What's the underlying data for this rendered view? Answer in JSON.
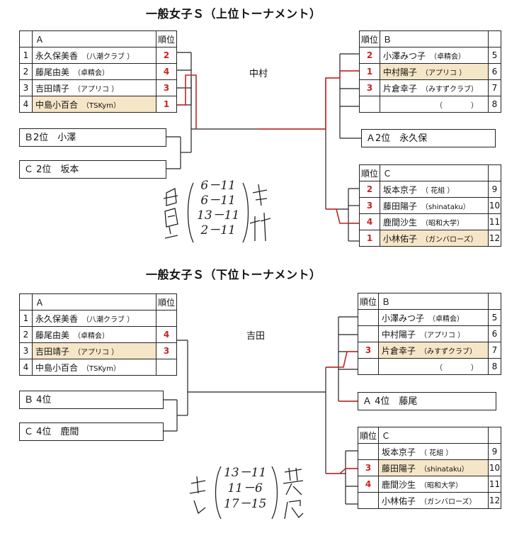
{
  "upper": {
    "title": "一般女子Ｓ（上位トーナメント）",
    "venue": "中村",
    "groupA": {
      "label": "Ａ",
      "rank_header": "順位",
      "rows": [
        {
          "num": "1",
          "name": "永久保美香",
          "team": "（八潮クラブ ）",
          "rank": "2"
        },
        {
          "num": "2",
          "name": "藤尾由美",
          "team": "（卓精会）",
          "rank": "4"
        },
        {
          "num": "3",
          "name": "吉田靖子",
          "team": "（アプリコ ）",
          "rank": "3"
        },
        {
          "num": "4",
          "name": "中島小百合",
          "team": "（TSKym）",
          "rank": "1"
        }
      ]
    },
    "groupB": {
      "label": "Ｂ",
      "rank_header": "順位",
      "rows": [
        {
          "rank": "2",
          "name": "小澤みつ子",
          "team": "（卓精会）",
          "num": "5"
        },
        {
          "rank": "1",
          "name": "中村陽子",
          "team": "（アプリコ ）",
          "num": "6"
        },
        {
          "rank": "3",
          "name": "片倉幸子",
          "team": "（みすずクラブ）",
          "num": "7"
        },
        {
          "rank": "",
          "name": "",
          "team": "（　　　　）",
          "num": "8"
        }
      ]
    },
    "groupC": {
      "label": "Ｃ",
      "rank_header": "順位",
      "rows": [
        {
          "rank": "2",
          "name": "坂本京子",
          "team": "（ 花組 ）",
          "num": "9"
        },
        {
          "rank": "3",
          "name": "藤田陽子",
          "team": "（shinataku）",
          "num": "10"
        },
        {
          "rank": "4",
          "name": "鹿間沙生",
          "team": "（昭和大学）",
          "num": "11"
        },
        {
          "rank": "1",
          "name": "小林佑子",
          "team": "（ガンバローズ）",
          "num": "12"
        }
      ]
    },
    "box_b2": "Ｂ2位　小澤",
    "box_c2": "Ｃ 2位　坂本",
    "box_a2": "Ａ2位　永久保",
    "hand_scores": "6－11\n6－11\n13－11\n2－11"
  },
  "lower": {
    "title": "一般女子Ｓ（下位トーナメント）",
    "venue": "吉田",
    "groupA": {
      "label": "Ａ",
      "rank_header": "順位",
      "rows": [
        {
          "num": "1",
          "name": "永久保美香",
          "team": "（八潮クラブ ）",
          "rank": ""
        },
        {
          "num": "2",
          "name": "藤尾由美",
          "team": "（卓精会）",
          "rank": "4"
        },
        {
          "num": "3",
          "name": "吉田靖子",
          "team": "（アプリコ ）",
          "rank": "3"
        },
        {
          "num": "4",
          "name": "中島小百合",
          "team": "（TSKym）",
          "rank": ""
        }
      ]
    },
    "groupB": {
      "label": "Ｂ",
      "rank_header": "順位",
      "rows": [
        {
          "rank": "",
          "name": "小澤みつ子",
          "team": "（卓精会）",
          "num": "5"
        },
        {
          "rank": "",
          "name": "中村陽子",
          "team": "（アプリコ ）",
          "num": "6"
        },
        {
          "rank": "3",
          "name": "片倉幸子",
          "team": "（みすずクラブ）",
          "num": "7"
        },
        {
          "rank": "",
          "name": "",
          "team": "（　　　　）",
          "num": "8"
        }
      ]
    },
    "groupC": {
      "label": "Ｃ",
      "rank_header": "順位",
      "rows": [
        {
          "rank": "",
          "name": "坂本京子",
          "team": "（ 花組 ）",
          "num": "9"
        },
        {
          "rank": "3",
          "name": "藤田陽子",
          "team": "（shinataku）",
          "num": "10"
        },
        {
          "rank": "4",
          "name": "鹿間沙生",
          "team": "（昭和大学）",
          "num": "11"
        },
        {
          "rank": "",
          "name": "小林佑子",
          "team": "（ガンバローズ）",
          "num": "12"
        }
      ]
    },
    "box_b4": "Ｂ 4位",
    "box_c4": "Ｃ 4位　鹿間",
    "box_a4": "Ａ 4位　藤尾",
    "hand_scores": "13－11\n11－6\n17－15"
  },
  "colors": {
    "rank_red": "#cc2222",
    "highlight": "#f6e6c8",
    "line": "#222222",
    "winner_line": "#c62222"
  }
}
